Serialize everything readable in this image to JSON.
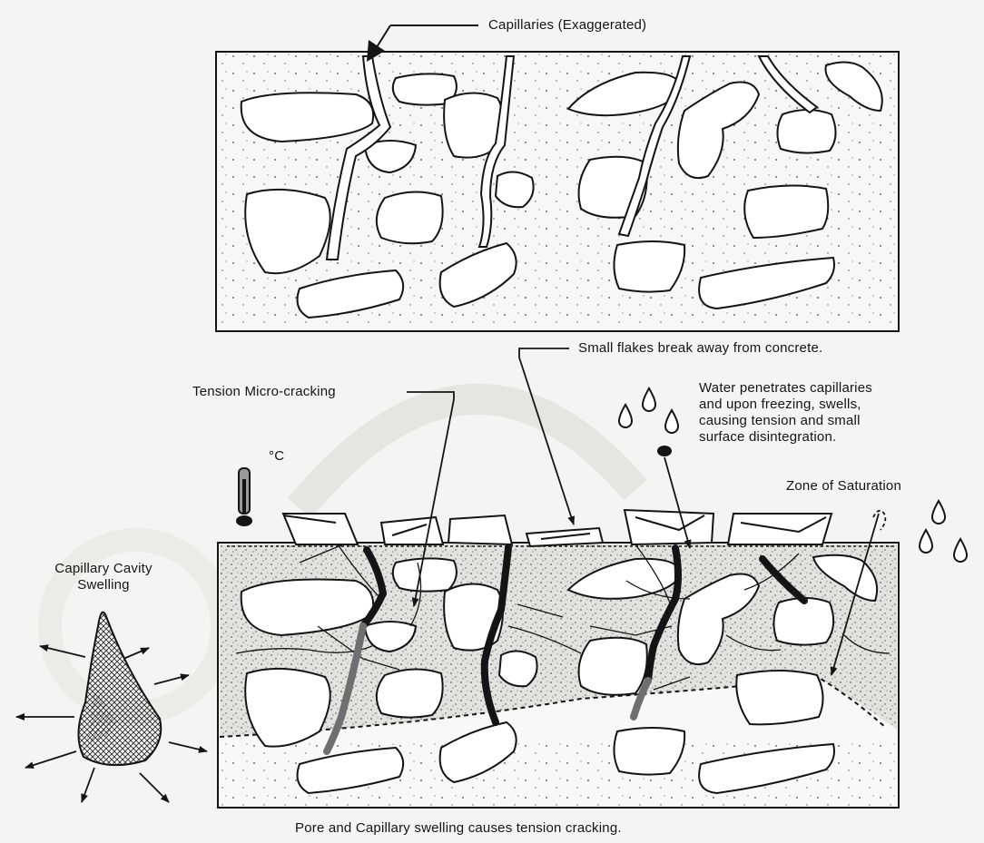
{
  "labels": {
    "capillaries": "Capillaries (Exaggerated)",
    "small_flakes": "Small flakes break away from concrete.",
    "tension_microcracking": "Tension Micro-cracking",
    "water_penetrates": [
      "Water penetrates capillaries",
      "and upon freezing, swells,",
      "causing tension and small",
      "surface disintegration."
    ],
    "degrees": "°C",
    "zone_of_saturation": "Zone of Saturation",
    "capillary_cavity_swelling": [
      "Capillary Cavity",
      "Swelling"
    ],
    "caption": "Pore and Capillary swelling causes tension cracking."
  },
  "colors": {
    "ink": "#141414",
    "paper": "#f4f4f2",
    "saturated_fill": "#e2e2df",
    "crack_gray": "#6f6f6f",
    "watermark": "#d9d9d6"
  }
}
